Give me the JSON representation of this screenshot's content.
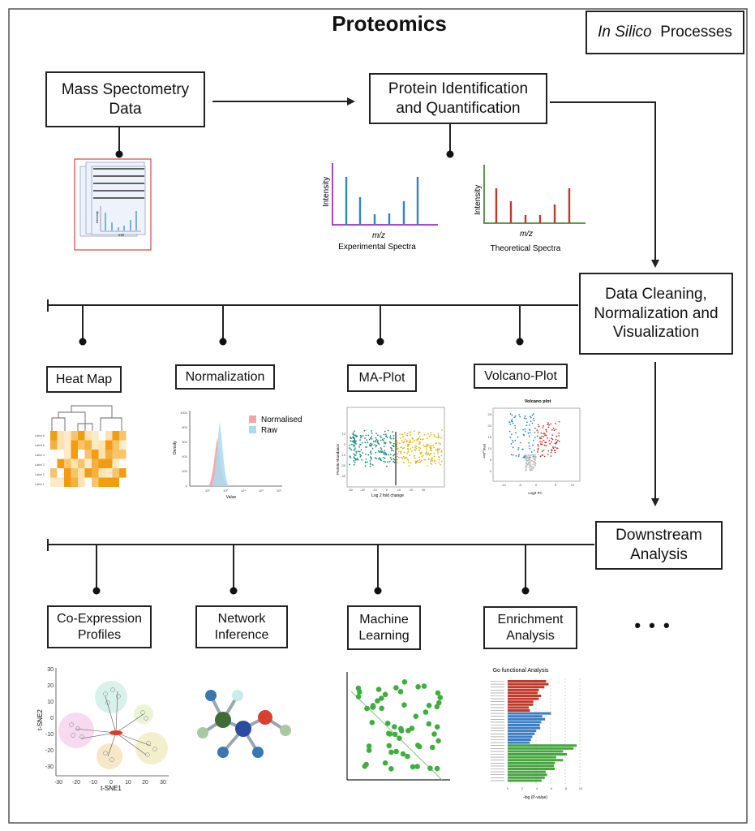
{
  "title": "Proteomics",
  "corner": {
    "italic": "In Silico",
    "rest": "Processes"
  },
  "boxes": {
    "ms_line1": "Mass Spectometry",
    "ms_line2": "Data",
    "pid_line1": "Protein Identification",
    "pid_line2": "and Quantification",
    "dc_line1": "Data Cleaning,",
    "dc_line2": "Normalization and",
    "dc_line3": "Visualization",
    "heatmap": "Heat Map",
    "normalization": "Normalization",
    "maplot": "MA-Plot",
    "volcano": "Volcano-Plot",
    "ds_line1": "Downstream",
    "ds_line2": "Analysis",
    "coexp_line1": "Co-Expression",
    "coexp_line2": "Profiles",
    "net_line1": "Network",
    "net_line2": "Inference",
    "ml_line1": "Machine",
    "ml_line2": "Learning",
    "enr_line1": "Enrichment",
    "enr_line2": "Analysis",
    "more": "• • •"
  },
  "spectra": {
    "ylabel": "Intensity",
    "xlabel": "m/z",
    "experimental": "Experimental Spectra",
    "theoretical": "Theoretical Spectra",
    "doc_ylabel": "Intensity",
    "doc_xlabel": "m/z"
  },
  "normplot": {
    "legend_normalised": "Normalised",
    "legend_raw": "Raw",
    "ylabel": "Density",
    "xlabel": "Value",
    "yticks": [
      "1000",
      "800",
      "600",
      "400",
      "200",
      "0"
    ],
    "xticks": [
      "10⁰",
      "10²",
      "10⁴",
      "10⁶",
      "10⁸"
    ]
  },
  "maplot_fig": {
    "ylabel": "Protein Abundance",
    "xlabel": "Log 2   fold change",
    "yticks": [
      "10",
      "0",
      "-10",
      "-20",
      "-30"
    ],
    "xticks": [
      "-30",
      "-20",
      "-10",
      "0",
      "10",
      "20",
      "30"
    ]
  },
  "volcano_fig": {
    "title": "Volcano plot",
    "ylabel": "-log¹⁰(pₐₐⱼ)",
    "xlabel": "Log2 FC",
    "yticks": [
      "25",
      "20",
      "15",
      "10",
      "5",
      "0"
    ],
    "xticks": [
      "-10",
      "-5",
      "0",
      "5",
      "10"
    ]
  },
  "heatmap_fig": {
    "rows": [
      "Label 1",
      "Label 2",
      "Label 3",
      "Label 4",
      "Label 5",
      "Label 6"
    ]
  },
  "tsne": {
    "xlabel": "t-SNE1",
    "ylabel": "t-SNE2",
    "xticks": [
      "-30",
      "-20",
      "-10",
      "0",
      "10",
      "20",
      "30"
    ],
    "yticks": [
      "30",
      "20",
      "10",
      "0",
      "-10",
      "-20",
      "-30"
    ]
  },
  "enrichment_fig": {
    "title": "Go functional Analysis",
    "xlabel": "-log (P-value)",
    "xticks": [
      "0",
      "2",
      "4",
      "6",
      "8",
      "10"
    ]
  },
  "colors": {
    "arrow": "#222222",
    "purple_axis": "#9b30c8",
    "green_axis": "#4a8a3a",
    "blue_peak": "#2e86c1",
    "red_peak": "#c0392b",
    "heat_orange": "#f39c12",
    "norm_red": "#f4a6a6",
    "norm_blue": "#a9dcef",
    "teal": "#1a8a7a",
    "gold": "#e0b51a",
    "ml_green": "#3fae3f"
  }
}
